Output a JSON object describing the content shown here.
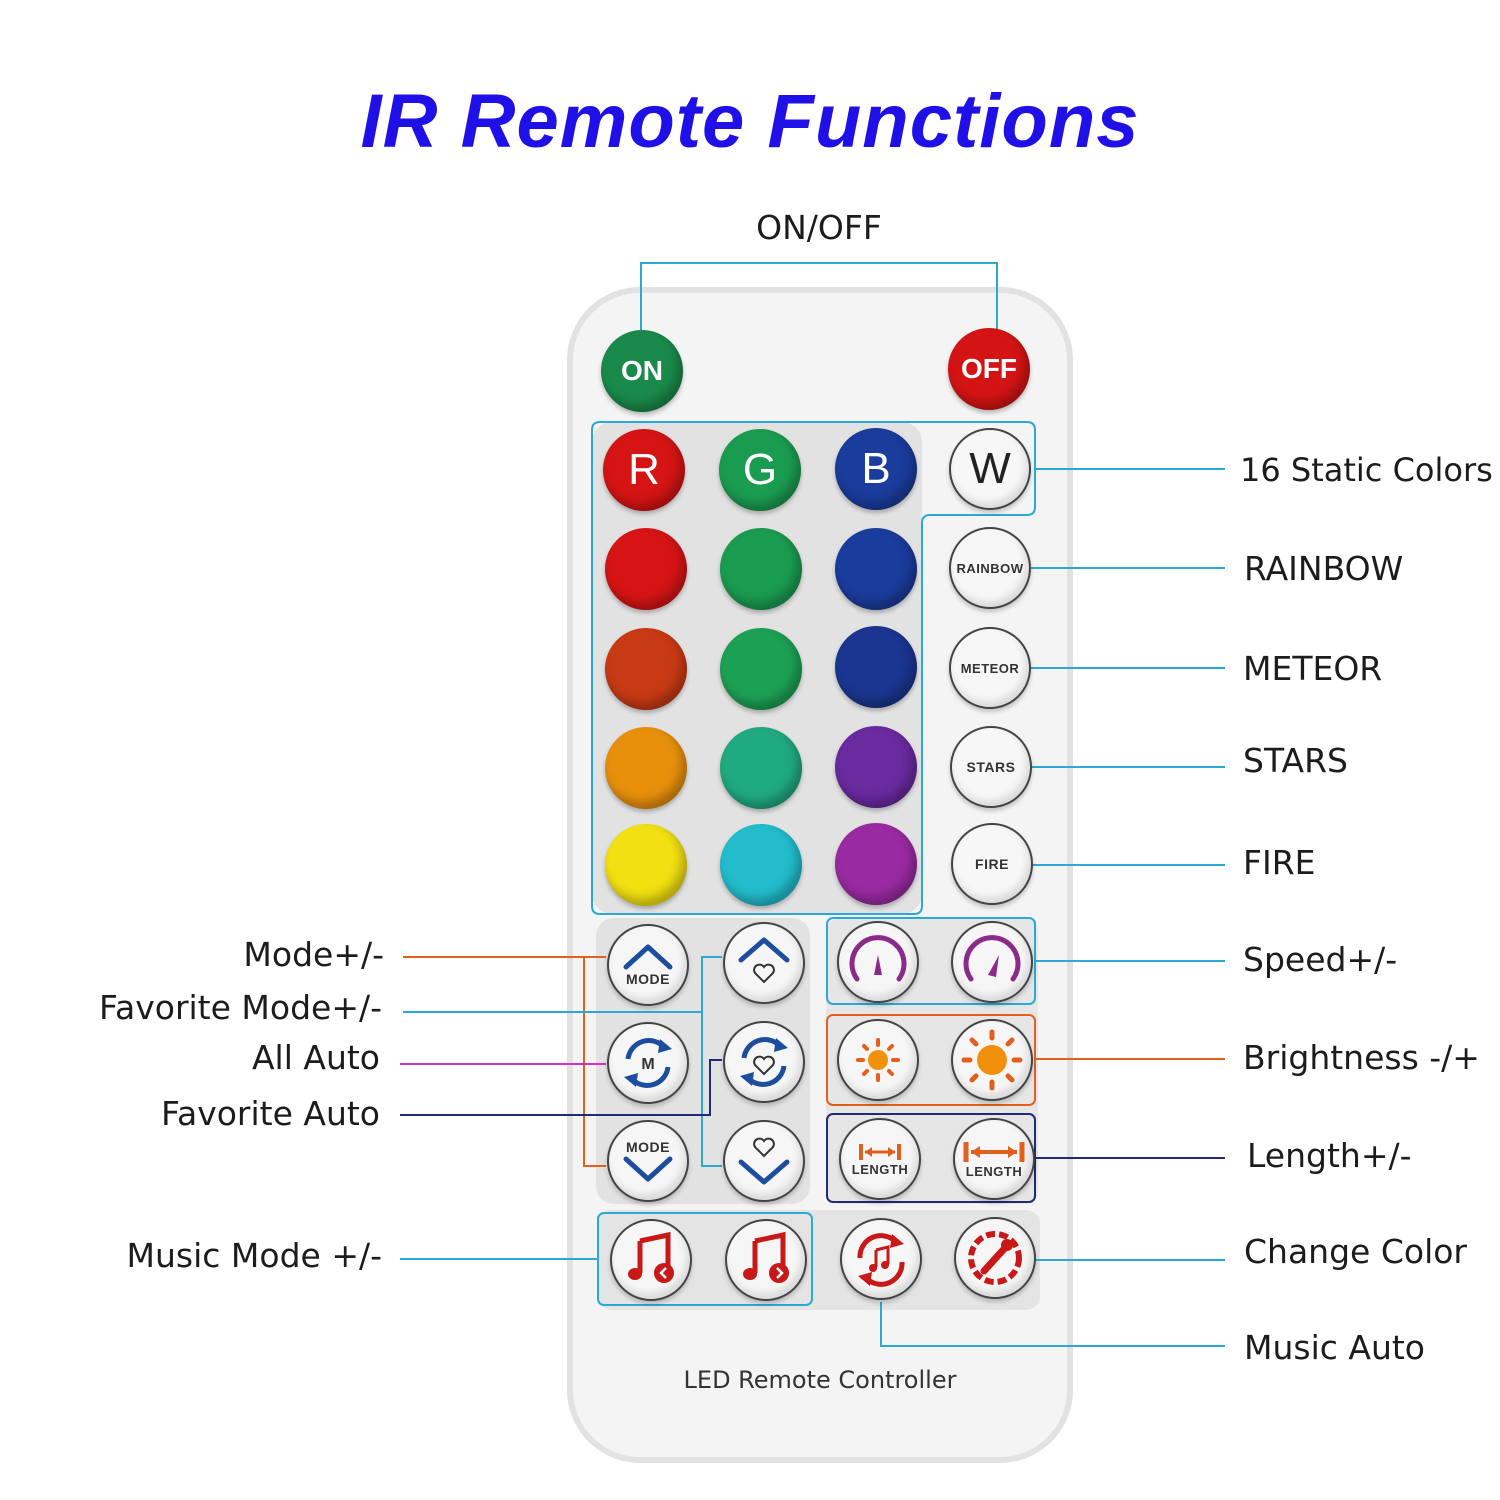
{
  "title": "IR Remote Functions",
  "top_label": "ON/OFF",
  "remote": {
    "on_label": "ON",
    "off_label": "OFF",
    "rgbw": [
      "R",
      "G",
      "B",
      "W"
    ],
    "effects": [
      "RAINBOW",
      "METEOR",
      "STARS",
      "FIRE"
    ],
    "mode_label": "MODE",
    "length_label": "LENGTH",
    "footer": "LED Remote Controller"
  },
  "labels_right": {
    "static_colors": "16 Static Colors",
    "rainbow": "RAINBOW",
    "meteor": "METEOR",
    "stars": "STARS",
    "fire": "FIRE",
    "speed": "Speed+/-",
    "brightness": "Brightness -/+",
    "length": "Length+/-",
    "change_color": "Change Color",
    "music_auto": "Music Auto"
  },
  "labels_left": {
    "mode": "Mode+/-",
    "favorite_mode": "Favorite Mode+/-",
    "all_auto": "All Auto",
    "favorite_auto": "Favorite Auto",
    "music_mode": "Music Mode +/-"
  },
  "colors": {
    "title": "#2010e8",
    "line_cyan": "#2aa9d6",
    "line_orange": "#e2601c",
    "line_magenta": "#d42fc6",
    "line_navy": "#1f2a7a",
    "on_button": "#1a8a4a",
    "off_button": "#d41414",
    "color_buttons": [
      "#d61414",
      "#1a9c50",
      "#1a3c9c",
      "#c83a14",
      "#1ca054",
      "#1a3690",
      "#e8900c",
      "#20aa82",
      "#6a2aa0",
      "#f2e012",
      "#22bccc",
      "#9a2aa2"
    ]
  },
  "icons": [
    "mode-up-icon",
    "favorite-up-icon",
    "all-auto-icon",
    "favorite-auto-icon",
    "mode-down-icon",
    "favorite-down-icon",
    "speed-down-icon",
    "speed-up-icon",
    "brightness-down-icon",
    "brightness-up-icon",
    "length-down-icon",
    "length-up-icon",
    "music-mode-down-icon",
    "music-mode-up-icon",
    "music-auto-icon",
    "change-color-icon"
  ]
}
